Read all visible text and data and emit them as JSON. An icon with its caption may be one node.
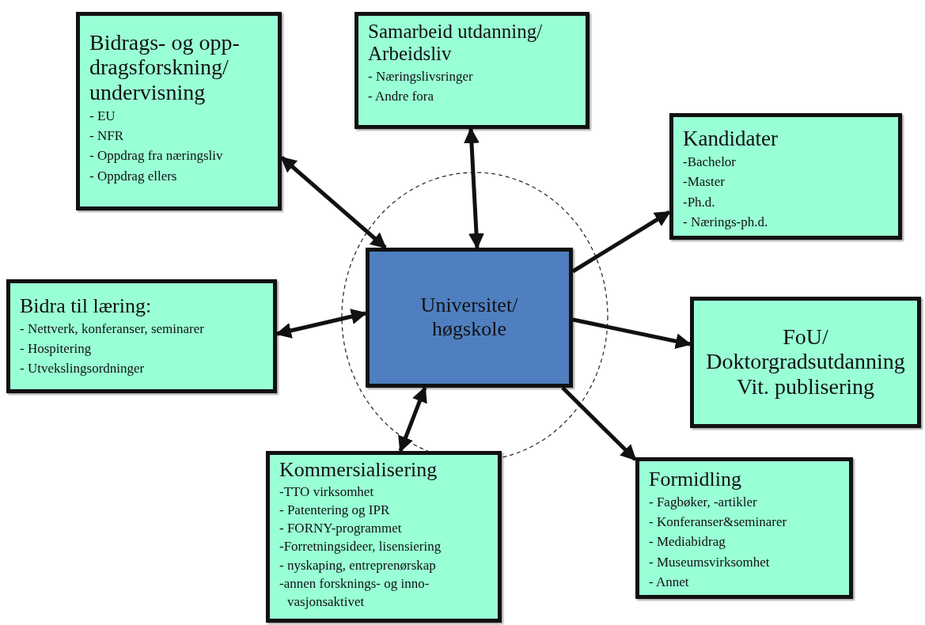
{
  "diagram": {
    "nodes": [
      {
        "text": [
          "Bidrags- og opp- dragsforskning/ undervisning",
          "- EU",
          "- NFR",
          "- Oppdrag fra næringsliv",
          "- Oppdrag ellers"
        ]
      },
      {
        "text": [
          "Samarbeid utdanning/ Arbeidsliv",
          "- Næringslivsringer",
          "- Andre fora"
        ]
      },
      {
        "text": [
          "Kandidater",
          "-Bachelor",
          "-Master",
          "-Ph.d.",
          "- Nærings-ph.d."
        ]
      },
      {
        "text": [
          "Bidra til læring:",
          "- Nettverk, konferanser, seminarer",
          "- Hospitering",
          "- Utvekslingsordninger"
        ]
      },
      {
        "text": [
          "Universitet/ høgskole"
        ]
      },
      {
        "text": [
          "FoU/ Doktorgradsutdanning Vit. publisering"
        ]
      },
      {
        "text": [
          "Kommersialisering",
          "-TTO virksomhet",
          "- Patentering og IPR",
          "- FORNY-programmet",
          "-Forretningsideer, lisensiering",
          "- nyskaping, entreprenørskap",
          "-annen forsknings- og inno- vasjonsaktivet"
        ]
      },
      {
        "text": [
          "Formidling",
          "- Fagbøker, -artikler",
          "- Konferanser&seminarer",
          "- Mediabidrag",
          "- Museumsvirksomhet",
          "- Annet"
        ]
      }
    ],
    "edges": [
      {
        "from": 0,
        "to": 4,
        "arrow": "both"
      },
      {
        "from": 1,
        "to": 4,
        "arrow": "both"
      },
      {
        "from": 4,
        "to": 2,
        "arrow": "to"
      },
      {
        "from": 3,
        "to": 4,
        "arrow": "both"
      },
      {
        "from": 4,
        "to": 5,
        "arrow": "to"
      },
      {
        "from": 4,
        "to": 6,
        "arrow": "both"
      },
      {
        "from": 4,
        "to": 7,
        "arrow": "to"
      }
    ]
  }
}
